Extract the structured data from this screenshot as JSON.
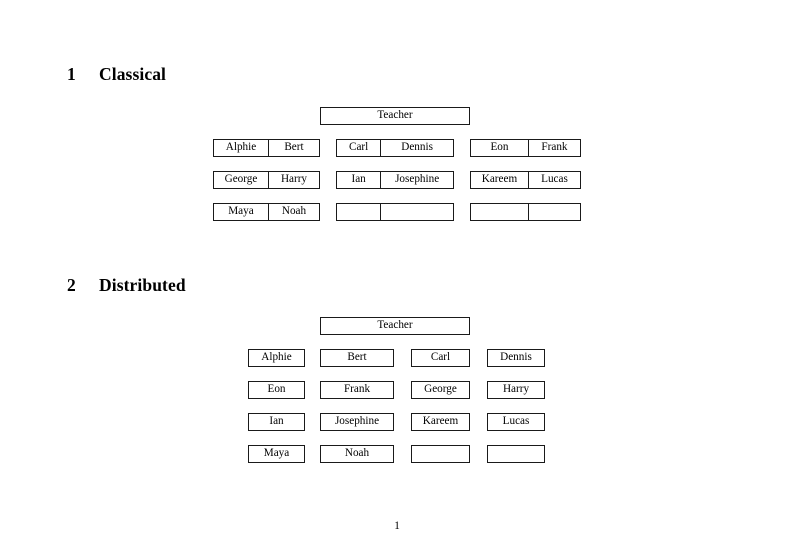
{
  "document": {
    "page_number": "1"
  },
  "sections": [
    {
      "number": "1",
      "title": "Classical",
      "teacher_label": "Teacher",
      "layout": "grouped-tables",
      "groups": [
        {
          "name": "group-1",
          "rows": [
            [
              "Alphie",
              "Bert"
            ],
            [
              "George",
              "Harry"
            ],
            [
              "Maya",
              "Noah"
            ]
          ]
        },
        {
          "name": "group-2",
          "rows": [
            [
              "Carl",
              "Dennis"
            ],
            [
              "Ian",
              "Josephine"
            ],
            [
              "",
              ""
            ]
          ]
        },
        {
          "name": "group-3",
          "rows": [
            [
              "Eon",
              "Frank"
            ],
            [
              "Kareem",
              "Lucas"
            ],
            [
              "",
              ""
            ]
          ]
        }
      ]
    },
    {
      "number": "2",
      "title": "Distributed",
      "teacher_label": "Teacher",
      "layout": "separate-boxes",
      "rows": [
        [
          "Alphie",
          "Bert",
          "Carl",
          "Dennis"
        ],
        [
          "Eon",
          "Frank",
          "George",
          "Harry"
        ],
        [
          "Ian",
          "Josephine",
          "Kareem",
          "Lucas"
        ],
        [
          "Maya",
          "Noah",
          "",
          ""
        ]
      ]
    }
  ],
  "colors": {
    "page_background": "#ffffff",
    "text": "#000000",
    "border": "#1a1a1a"
  }
}
